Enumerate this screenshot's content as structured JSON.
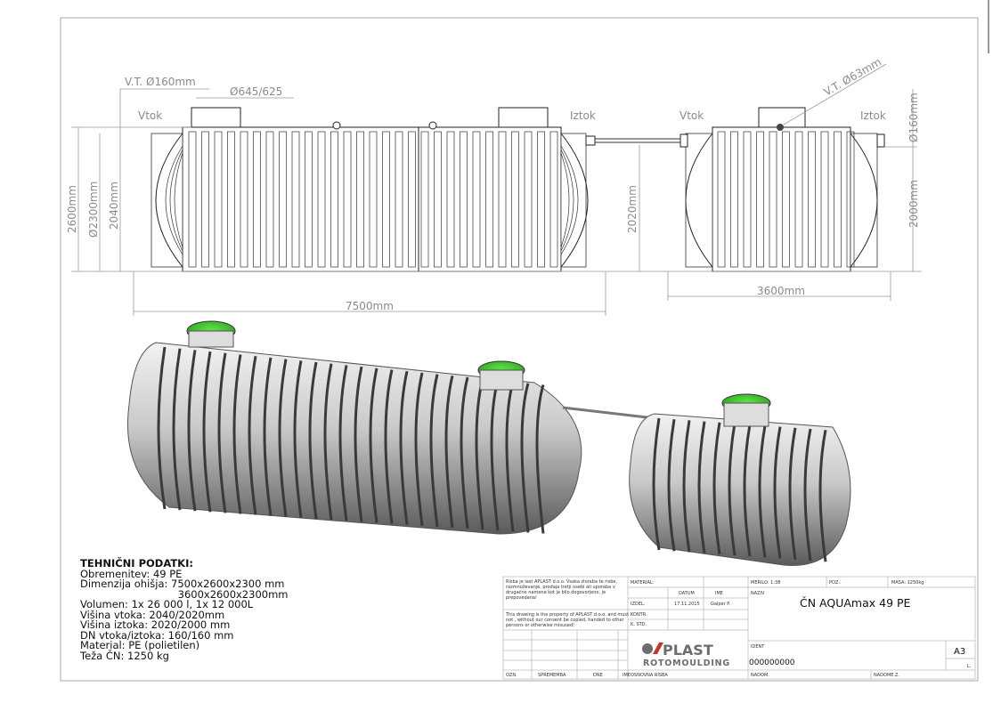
{
  "dimensions": {
    "vt_inlet": "V.T. Ø160mm",
    "lid_diameter": "Ø645/625",
    "vt_outlet": "V.T. Ø63mm",
    "vtok_left": "Vtok",
    "iztok_left": "Iztok",
    "vtok_right": "Vtok",
    "iztok_right": "Iztok",
    "height_total": "2600mm",
    "diameter": "Ø2300mm",
    "inlet_height_big": "2040mm",
    "outlet_height_big": "2020mm",
    "length_big": "7500mm",
    "length_small": "3600mm",
    "outlet_height_small": "2000mm",
    "pipe_diameter": "Ø160mm"
  },
  "specs": {
    "title": "TEHNIČNI PODATKI:",
    "lines": [
      "Obremenitev: 49 PE",
      "Dimenzija ohišja: 7500x2600x2300 mm",
      "                              3600x2600x2300mm",
      "Volumen: 1x 26 000 l, 1x 12 000L",
      "Višina vtoka: 2040/2020mm",
      "Višina iztoka: 2020/2000 mm",
      "DN vtoka/iztoka: 160/160 mm",
      "Material: PE (polietilen)",
      "Teža ČN: 1250 kg"
    ]
  },
  "title_block": {
    "notice_sl": [
      "Risba je last APLAST d.o.o. Vsaka zloraba te risbe,",
      "razmnoževanje, prodaja tretji osebi ali uporaba v",
      "drugačne namene kot je bilo dogovorjeno, je",
      "prepovedana!"
    ],
    "notice_en": [
      "This drawing is the property of APLAST d.o.o. and must",
      "not , without our consent be copied, handed to other",
      "persons or otherwise misused!"
    ],
    "material_label": "MATERIAL:",
    "datum_label": "DATUM",
    "ime_label": "IME",
    "izdel_label": "IZDEL.",
    "izdel_date": "17.11.2015",
    "izdel_name": "Galper P.",
    "kontr_label": "KONTR.",
    "kstd_label": "K. STD.",
    "merilo": "MERILO:  1:38",
    "poz": "POZ.:",
    "masa": "MASA: 1250kg",
    "naziv_label": "NAZIV",
    "naziv": "ČN AQUAmax 49 PE",
    "ident_label": "IDENT",
    "ident": "000000000",
    "format": "A3",
    "l_label": "L.",
    "ozn": "OZN.",
    "spremmeba": "SPREMEMBA",
    "dne": "DNE",
    "ime2": "IME",
    "osnovna_risba": "OSNOVNA RISBA",
    "nadom": "NADOM.",
    "nadomez": "NADOME.Z.",
    "logo_top": "APLAST",
    "logo_bottom": "ROTOMOULDING"
  },
  "colors": {
    "lid_green": "#3fc52d",
    "logo_red": "#c0392b",
    "logo_gray": "#6d6d6d"
  }
}
